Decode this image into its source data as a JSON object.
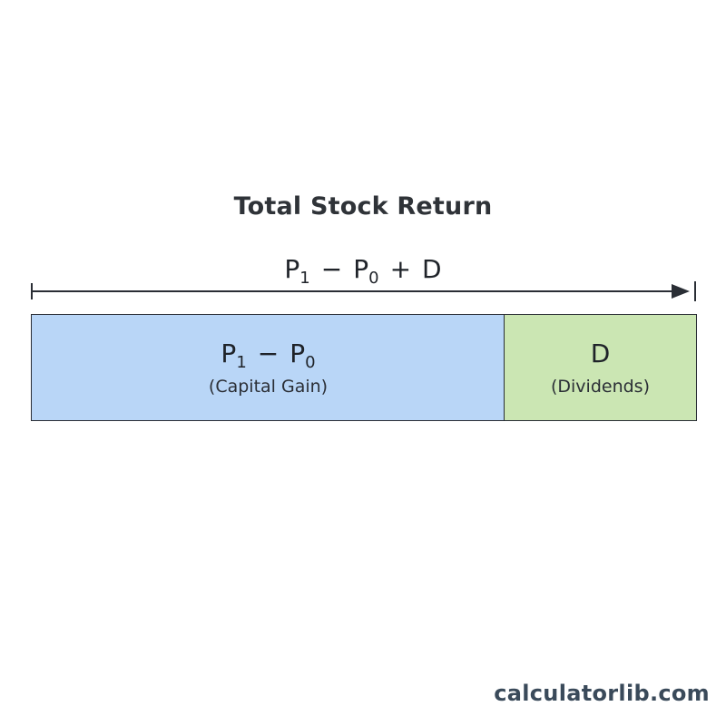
{
  "diagram": {
    "title": "Total Stock Return",
    "total_formula": {
      "p1_symbol": "P",
      "p1_subscript": "1",
      "minus": "−",
      "p0_symbol": "P",
      "p0_subscript": "0",
      "plus": "+",
      "d_symbol": "D"
    },
    "segments": [
      {
        "symbol_p1": "P",
        "subscript_p1": "1",
        "minus": "−",
        "symbol_p0": "P",
        "subscript_p0": "0",
        "label": "(Capital Gain)",
        "color": "#b9d6f7"
      },
      {
        "symbol": "D",
        "label": "(Dividends)",
        "color": "#cbe6b3"
      }
    ],
    "arrow_color": "#2a2e35"
  },
  "footer": {
    "brand": "calculatorlib.com"
  }
}
